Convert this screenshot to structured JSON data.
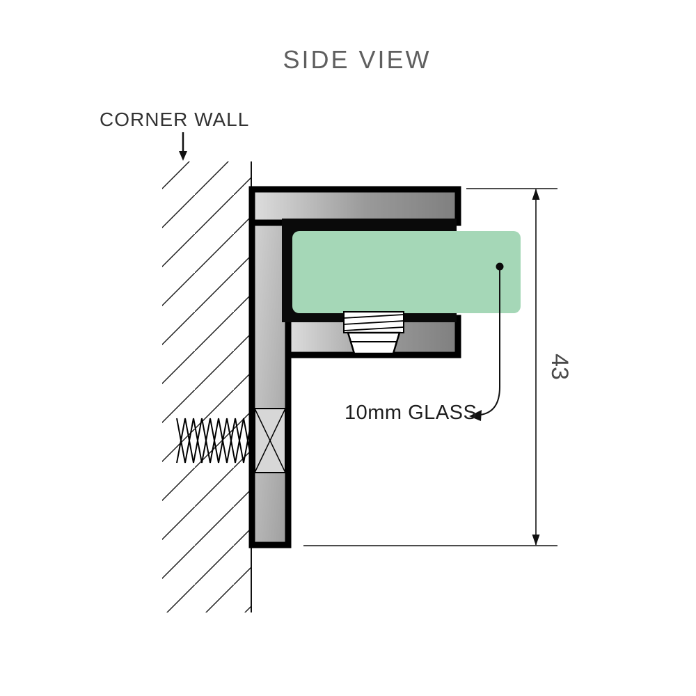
{
  "diagram": {
    "title": "SIDE VIEW",
    "labels": {
      "corner_wall": "CORNER WALL",
      "glass_callout": "10mm GLASS",
      "dimension_value": "43"
    },
    "colors": {
      "glass_green": "#a5d7b7",
      "metal_light": "#dedede",
      "metal_dark": "#7f7f7f",
      "gasket_black": "#0a0a0a",
      "line_black": "#111111",
      "title_gray": "#5f5f5f",
      "label_dark": "#333333",
      "dim_gray": "#4a4a4a"
    }
  }
}
